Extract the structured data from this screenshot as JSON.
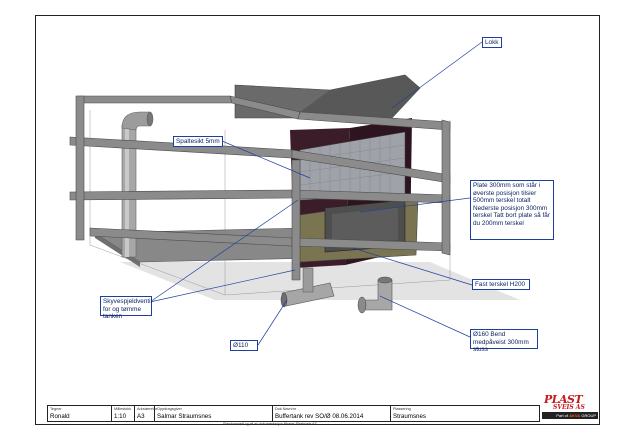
{
  "callouts": {
    "lokk": "Lokk",
    "spaltesikt": "Spaltesikt 5mm",
    "plate": "Plate 300mm som står i øverste posisjon tilsier 500mm terskel totalt Nederste posisjon 300mm terskel Tatt bort plate så får du 200mm terskel",
    "fast_terskel": "Fast terskel H200",
    "skyvespjeld": "Skyvespjeldventil for og tømme tanken",
    "d110": "Ø110",
    "bend": "Ø160 Bend medpåveist 300mm stuss"
  },
  "titleblock": {
    "tegner_h": "Tegner",
    "tegner_v": "Ronald",
    "malestokk_h": "Målestokk",
    "malestokk_v": "1:10",
    "arkstorrelse_h": "Arkstørrelse",
    "arkstorrelse_v": "A3",
    "oppdragsgiver_h": "Oppdragsgiver",
    "oppdragsgiver_v": "Salmar Straumsnes",
    "dok_h": "Dok.Navn/nr",
    "dok_v": "Buffertank rev SO/Ø 08.06.2014",
    "plassering_h": "Plassering",
    "plassering_v": "Straumsnes"
  },
  "footer_note": "Eiendomsrett og alt av dokumentasjon tilhører Plastsveis AS",
  "logo": {
    "main": "PLAST",
    "sub": "SVEIS AS",
    "bar_prefix": "Part of",
    "bar_brand": "AKVA",
    "bar_suffix": "GROUP"
  }
}
